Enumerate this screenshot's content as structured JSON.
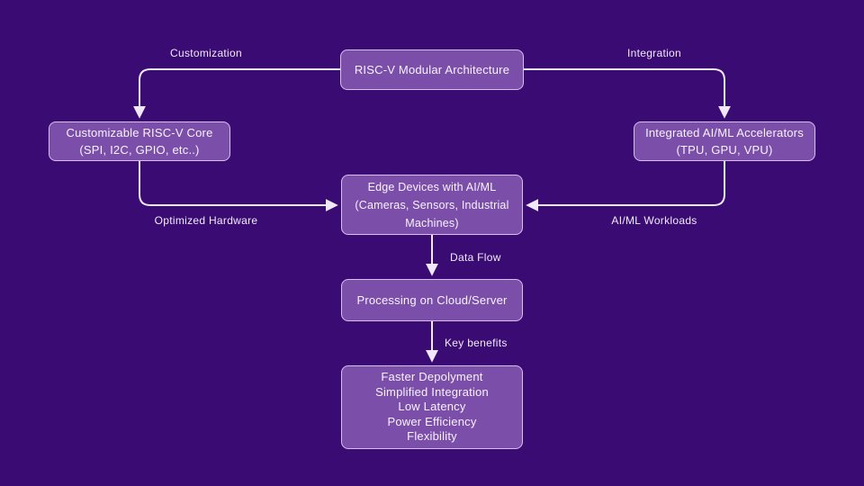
{
  "colors": {
    "background": "#3b0b74",
    "node_fill": "#7b4ea9",
    "node_border": "#d7bff0",
    "connector": "#f0e9fa",
    "text": "#f8f3fd"
  },
  "nodes": {
    "root": {
      "title": "RISC-V Modular Architecture"
    },
    "core": {
      "title": "Customizable RISC-V Core",
      "subtitle": "(SPI, I2C, GPIO, etc..)"
    },
    "accelerators": {
      "title": "Integrated AI/ML Accelerators",
      "subtitle": "(TPU, GPU, VPU)"
    },
    "edge": {
      "line1": "Edge Devices with AI/ML",
      "line2": "(Cameras, Sensors, Industrial",
      "line3": "Machines)"
    },
    "cloud": {
      "title": "Processing on Cloud/Server"
    },
    "benefits": {
      "items": [
        "Faster Depolyment",
        "Simplified Integration",
        "Low Latency",
        "Power Efficiency",
        "Flexibility"
      ]
    }
  },
  "edge_labels": {
    "customization": "Customization",
    "integration": "Integration",
    "optimized_hardware": "Optimized Hardware",
    "aiml_workloads": "AI/ML Workloads",
    "data_flow": "Data Flow",
    "key_benefits": "Key benefits"
  }
}
